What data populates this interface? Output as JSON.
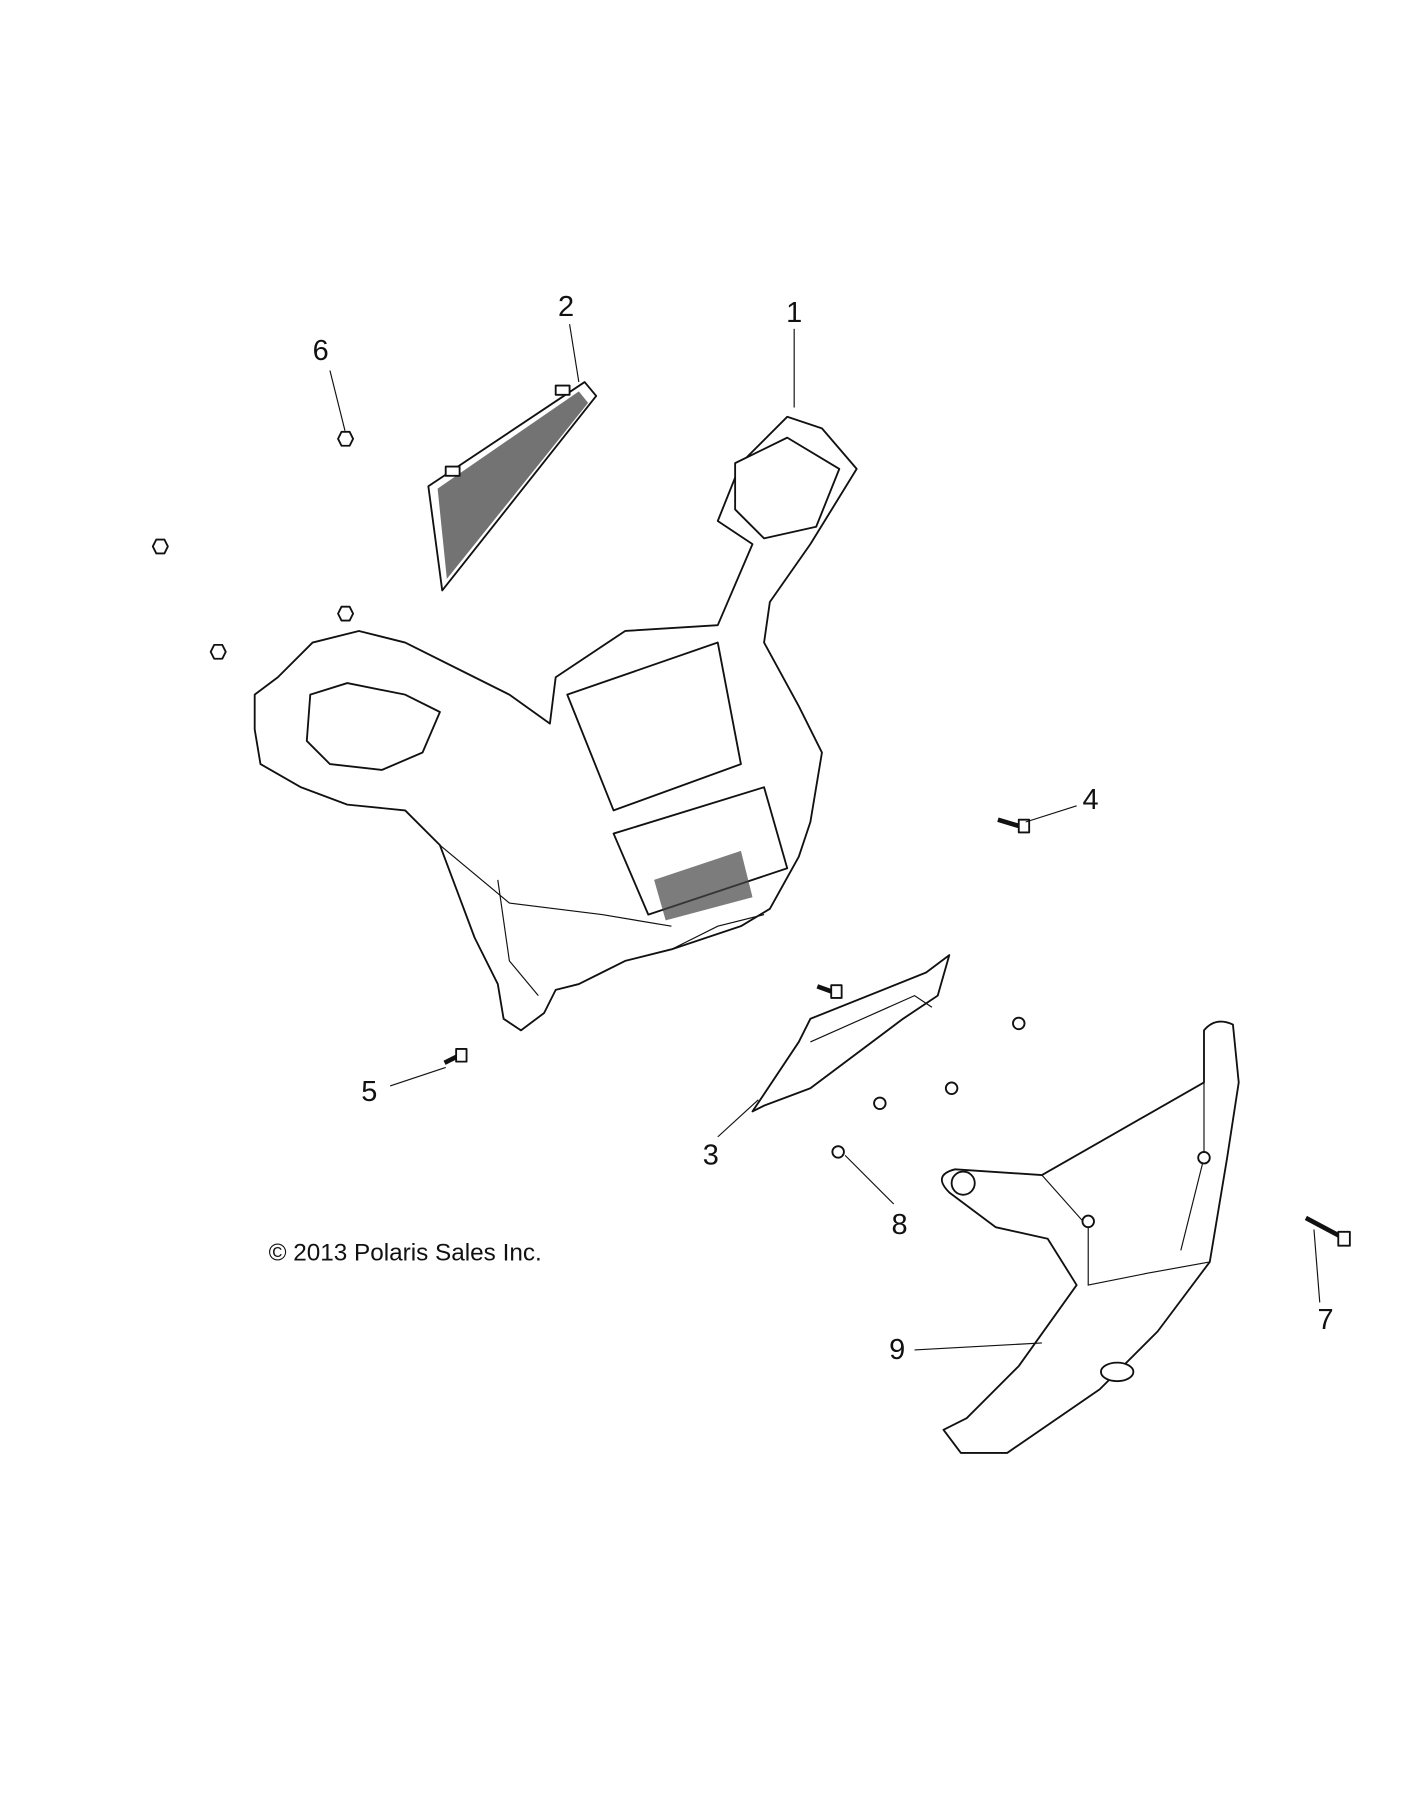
{
  "diagram": {
    "callouts": [
      "1",
      "2",
      "3",
      "4",
      "5",
      "6",
      "7",
      "8",
      "9"
    ],
    "copyright": "© 2013 Polaris Sales Inc."
  },
  "colors": {
    "line": "#111111",
    "background": "#ffffff"
  }
}
